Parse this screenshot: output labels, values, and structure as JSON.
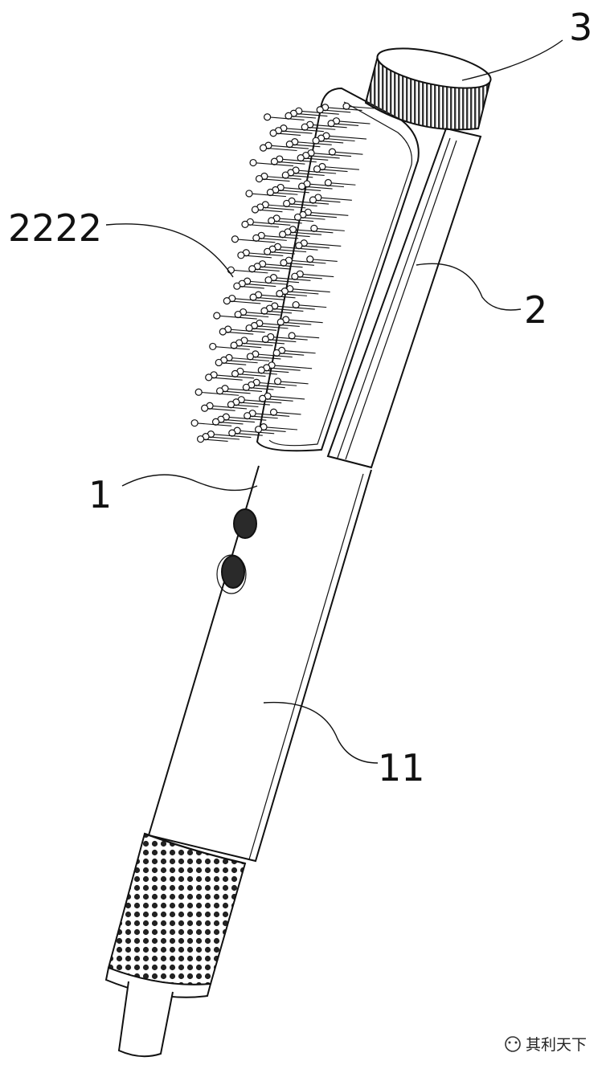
{
  "labels": {
    "housing_top_ring": "3",
    "bristle_row": "2222",
    "attachment": "2",
    "handle_body": "1",
    "handle_lower": "11"
  },
  "watermark": {
    "text": "其利天下"
  },
  "colors": {
    "ink": "#111111",
    "paper": "#ffffff"
  }
}
